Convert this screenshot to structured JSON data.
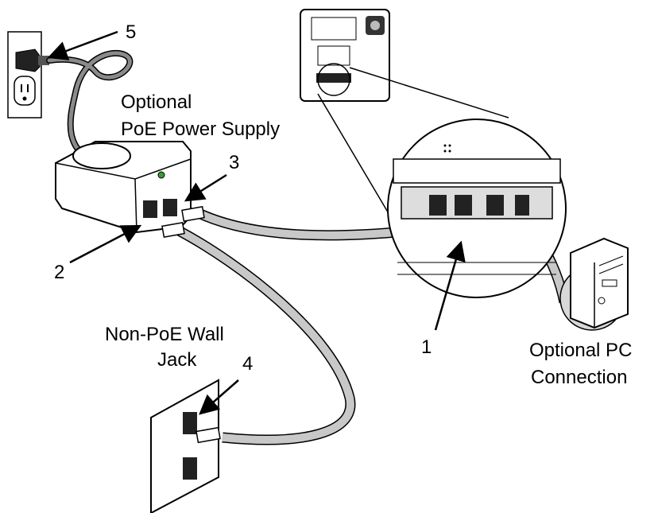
{
  "labels": {
    "num1": "1",
    "num2": "2",
    "num3": "3",
    "num4": "4",
    "num5": "5",
    "poe_supply_line1": "Optional",
    "poe_supply_line2": "PoE Power Supply",
    "wall_jack_line1": "Non-PoE Wall",
    "wall_jack_line2": "Jack",
    "pc_line1": "Optional PC",
    "pc_line2": "Connection"
  },
  "colors": {
    "cable": "#c8c8c8",
    "power_cord": "#8a8a8a",
    "outline": "#000000",
    "circle_fill": "#d8d8d8",
    "led": "#3a9a3a"
  },
  "icons": [
    "outlet-icon",
    "power-plug-icon",
    "phone-icon",
    "computer-tower-icon",
    "wall-plate-icon",
    "poe-injector-icon"
  ]
}
